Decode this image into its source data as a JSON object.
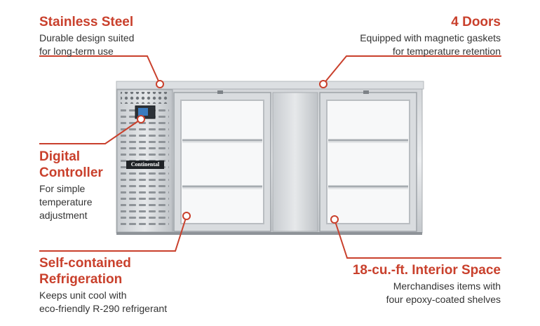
{
  "colors": {
    "accent": "#c9402c",
    "text": "#333333",
    "steel_light": "#e4e6e8",
    "steel_dark": "#9ea3a8"
  },
  "features": {
    "stainless": {
      "title": "Stainless Steel",
      "desc_lines": [
        "Durable design suited",
        "for long-term use"
      ]
    },
    "doors": {
      "title": "4 Doors",
      "desc_lines": [
        "Equipped with magnetic gaskets",
        "for temperature retention"
      ]
    },
    "controller": {
      "title_lines": [
        "Digital",
        "Controller"
      ],
      "desc_lines": [
        "For simple",
        "temperature",
        "adjustment"
      ]
    },
    "refrigeration": {
      "title_lines": [
        "Self-contained",
        "Refrigeration"
      ],
      "desc_lines": [
        "Keeps unit cool with",
        "eco-friendly R-290 refrigerant"
      ]
    },
    "interior": {
      "title": "18-cu.-ft. Interior Space",
      "desc_lines": [
        "Merchandises items with",
        "four epoxy-coated shelves"
      ]
    }
  },
  "product": {
    "brand_label": "Continental"
  }
}
